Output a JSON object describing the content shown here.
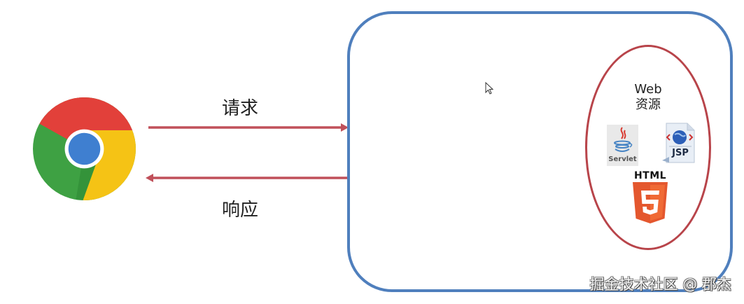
{
  "diagram": {
    "client": {
      "icon": "chrome-browser-icon"
    },
    "arrows": {
      "request": {
        "label": "请求",
        "direction": "client-to-server"
      },
      "response": {
        "label": "响应",
        "direction": "server-to-client"
      }
    },
    "server": {
      "resources": {
        "title_line1": "Web",
        "title_line2": "资源",
        "items": [
          {
            "name": "Servlet",
            "icon": "servlet-java-icon"
          },
          {
            "name": "JSP",
            "icon": "jsp-file-icon"
          },
          {
            "name": "HTML",
            "icon": "html5-shield-icon",
            "badge": "5"
          }
        ]
      }
    },
    "colors": {
      "server_border": "#4f7fbd",
      "resource_border": "#b8444a",
      "arrow": "#c0505a",
      "chrome_red": "#e2403a",
      "chrome_yellow": "#f5c315",
      "chrome_green": "#3ea143",
      "chrome_blue": "#3f7fd0",
      "html5_orange": "#e4572e"
    }
  },
  "watermark": "掘金技术社区 @ 郡杰"
}
